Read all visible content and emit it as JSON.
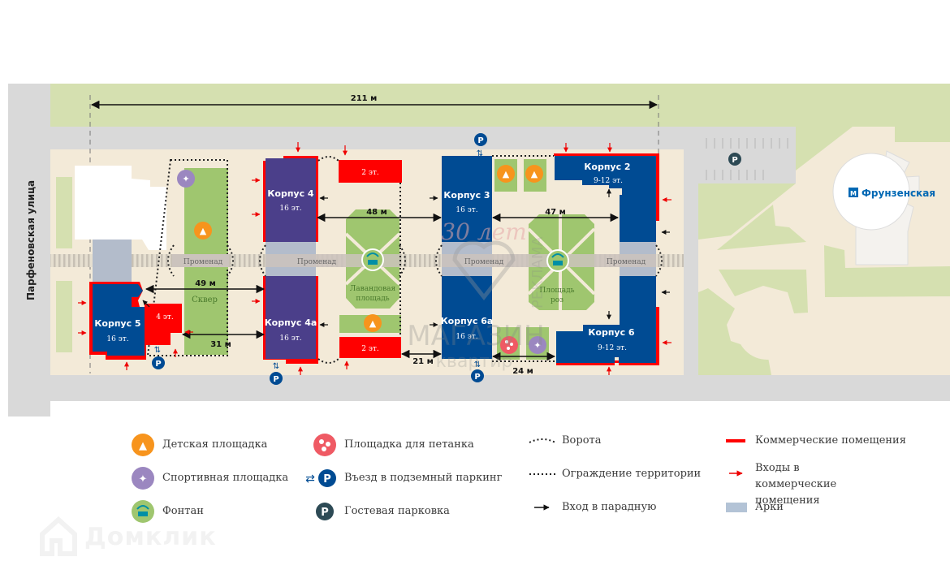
{
  "map": {
    "street_label": "Парфеновская улица",
    "metro_station": "Фрунзенская",
    "total_length": "211 м",
    "promenade_label": "Променад",
    "buildings": [
      {
        "name": "Корпус 5",
        "floors": "16 эт."
      },
      {
        "name": "Корпус 4",
        "floors": "16 эт."
      },
      {
        "name": "Корпус 4а",
        "floors": "16 эт."
      },
      {
        "name": "Корпус 3",
        "floors": "16 эт."
      },
      {
        "name": "Корпус 6а",
        "floors": "16 эт."
      },
      {
        "name": "Корпус 2",
        "floors": "9-12 эт."
      },
      {
        "name": "Корпус 6",
        "floors": "9-12 эт."
      }
    ],
    "commercial_blocks": [
      "4 эт.",
      "2 эт.",
      "2 эт."
    ],
    "areas": {
      "square": "Сквер",
      "lavender_square": [
        "Лавандовая",
        "площадь"
      ],
      "rose_square": [
        "Площадь",
        "роз"
      ]
    },
    "distances": [
      "49 м",
      "31 м",
      "48 м",
      "21 м",
      "47 м",
      "24 м"
    ],
    "watermarks": [
      "30 лет",
      "МАГАЗИН",
      "квартир",
      "РЕКЛАМА"
    ]
  },
  "legend": {
    "items": [
      {
        "icon": "playground-icon",
        "label": "Детская площадка"
      },
      {
        "icon": "sports-icon",
        "label": "Спортивная площадка"
      },
      {
        "icon": "fountain-icon",
        "label": "Фонтан"
      },
      {
        "icon": "petanque-icon",
        "label": "Площадка для петанка"
      },
      {
        "icon": "underground-parking-icon",
        "label": "Въезд в подземный паркинг"
      },
      {
        "icon": "guest-parking-icon",
        "label": "Гостевая парковка"
      },
      {
        "icon": "gate-icon",
        "label": "Ворота"
      },
      {
        "icon": "fence-icon",
        "label": "Ограждение территории"
      },
      {
        "icon": "entrance-arrow-icon",
        "label": "Вход в парадную"
      },
      {
        "icon": "commercial-line-icon",
        "label": "Коммерческие помещения"
      },
      {
        "icon": "commercial-entrance-icon",
        "label": "Входы в коммерческие помещения"
      },
      {
        "icon": "arch-icon",
        "label": "Арки"
      }
    ]
  },
  "brand": {
    "name": "Домклик"
  },
  "colors": {
    "building_blue": "#004b93",
    "building_purple": "#4b3f8a",
    "commercial_red": "#ff0000",
    "green": "#9fc66f",
    "light_green": "#d5e0b0",
    "ground": "#f3ead8",
    "road": "#d9d9d9",
    "arch": "#b3c3d6",
    "orange": "#f7941d",
    "violet": "#9b87c0",
    "coral": "#ef5a64",
    "parking_dark": "#2d4a55"
  }
}
